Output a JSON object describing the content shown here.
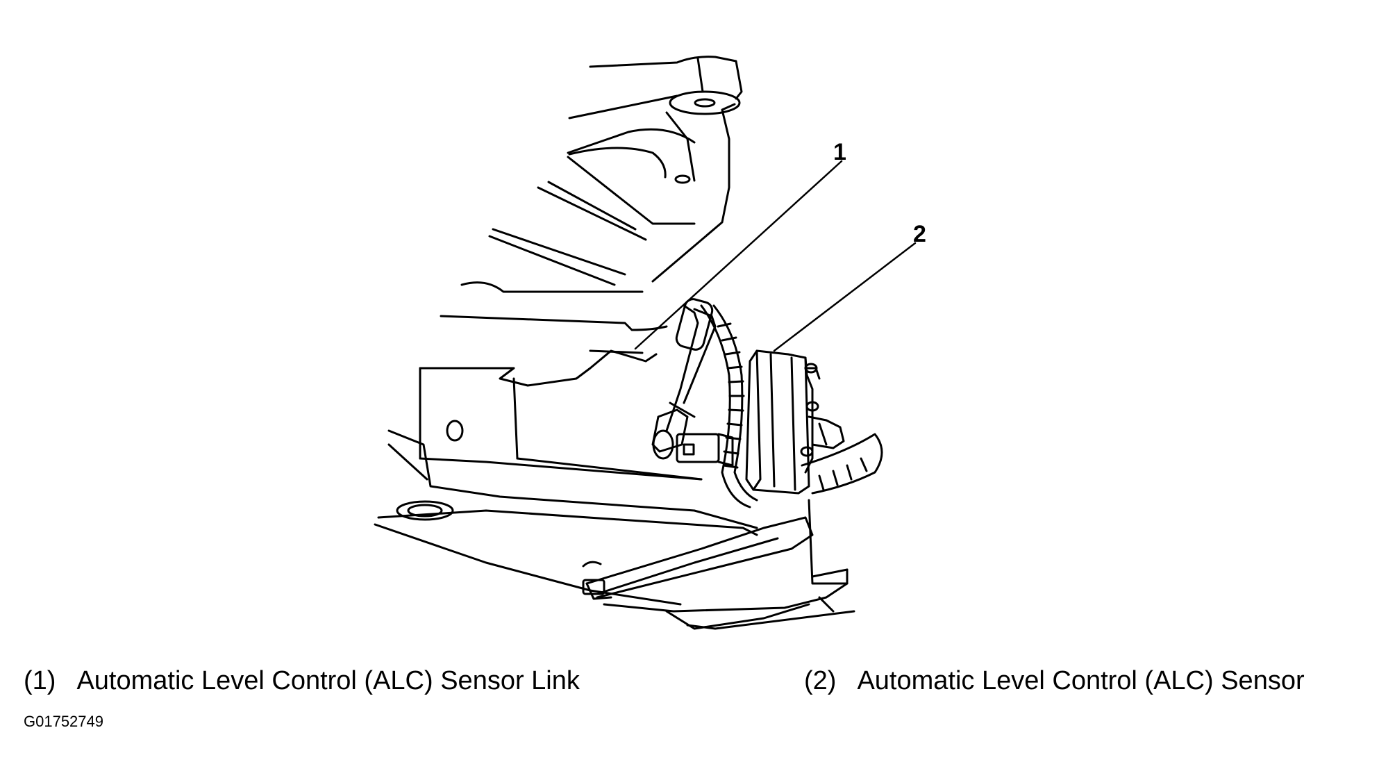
{
  "callouts": [
    {
      "number": "1",
      "label": "(1)",
      "text": "Automatic Level Control (ALC) Sensor Link"
    },
    {
      "number": "2",
      "label": "(2)",
      "text": "Automatic Level Control (ALC) Sensor"
    }
  ],
  "figure_id": "G01752749",
  "colors": {
    "line": "#000000",
    "background": "#ffffff"
  }
}
